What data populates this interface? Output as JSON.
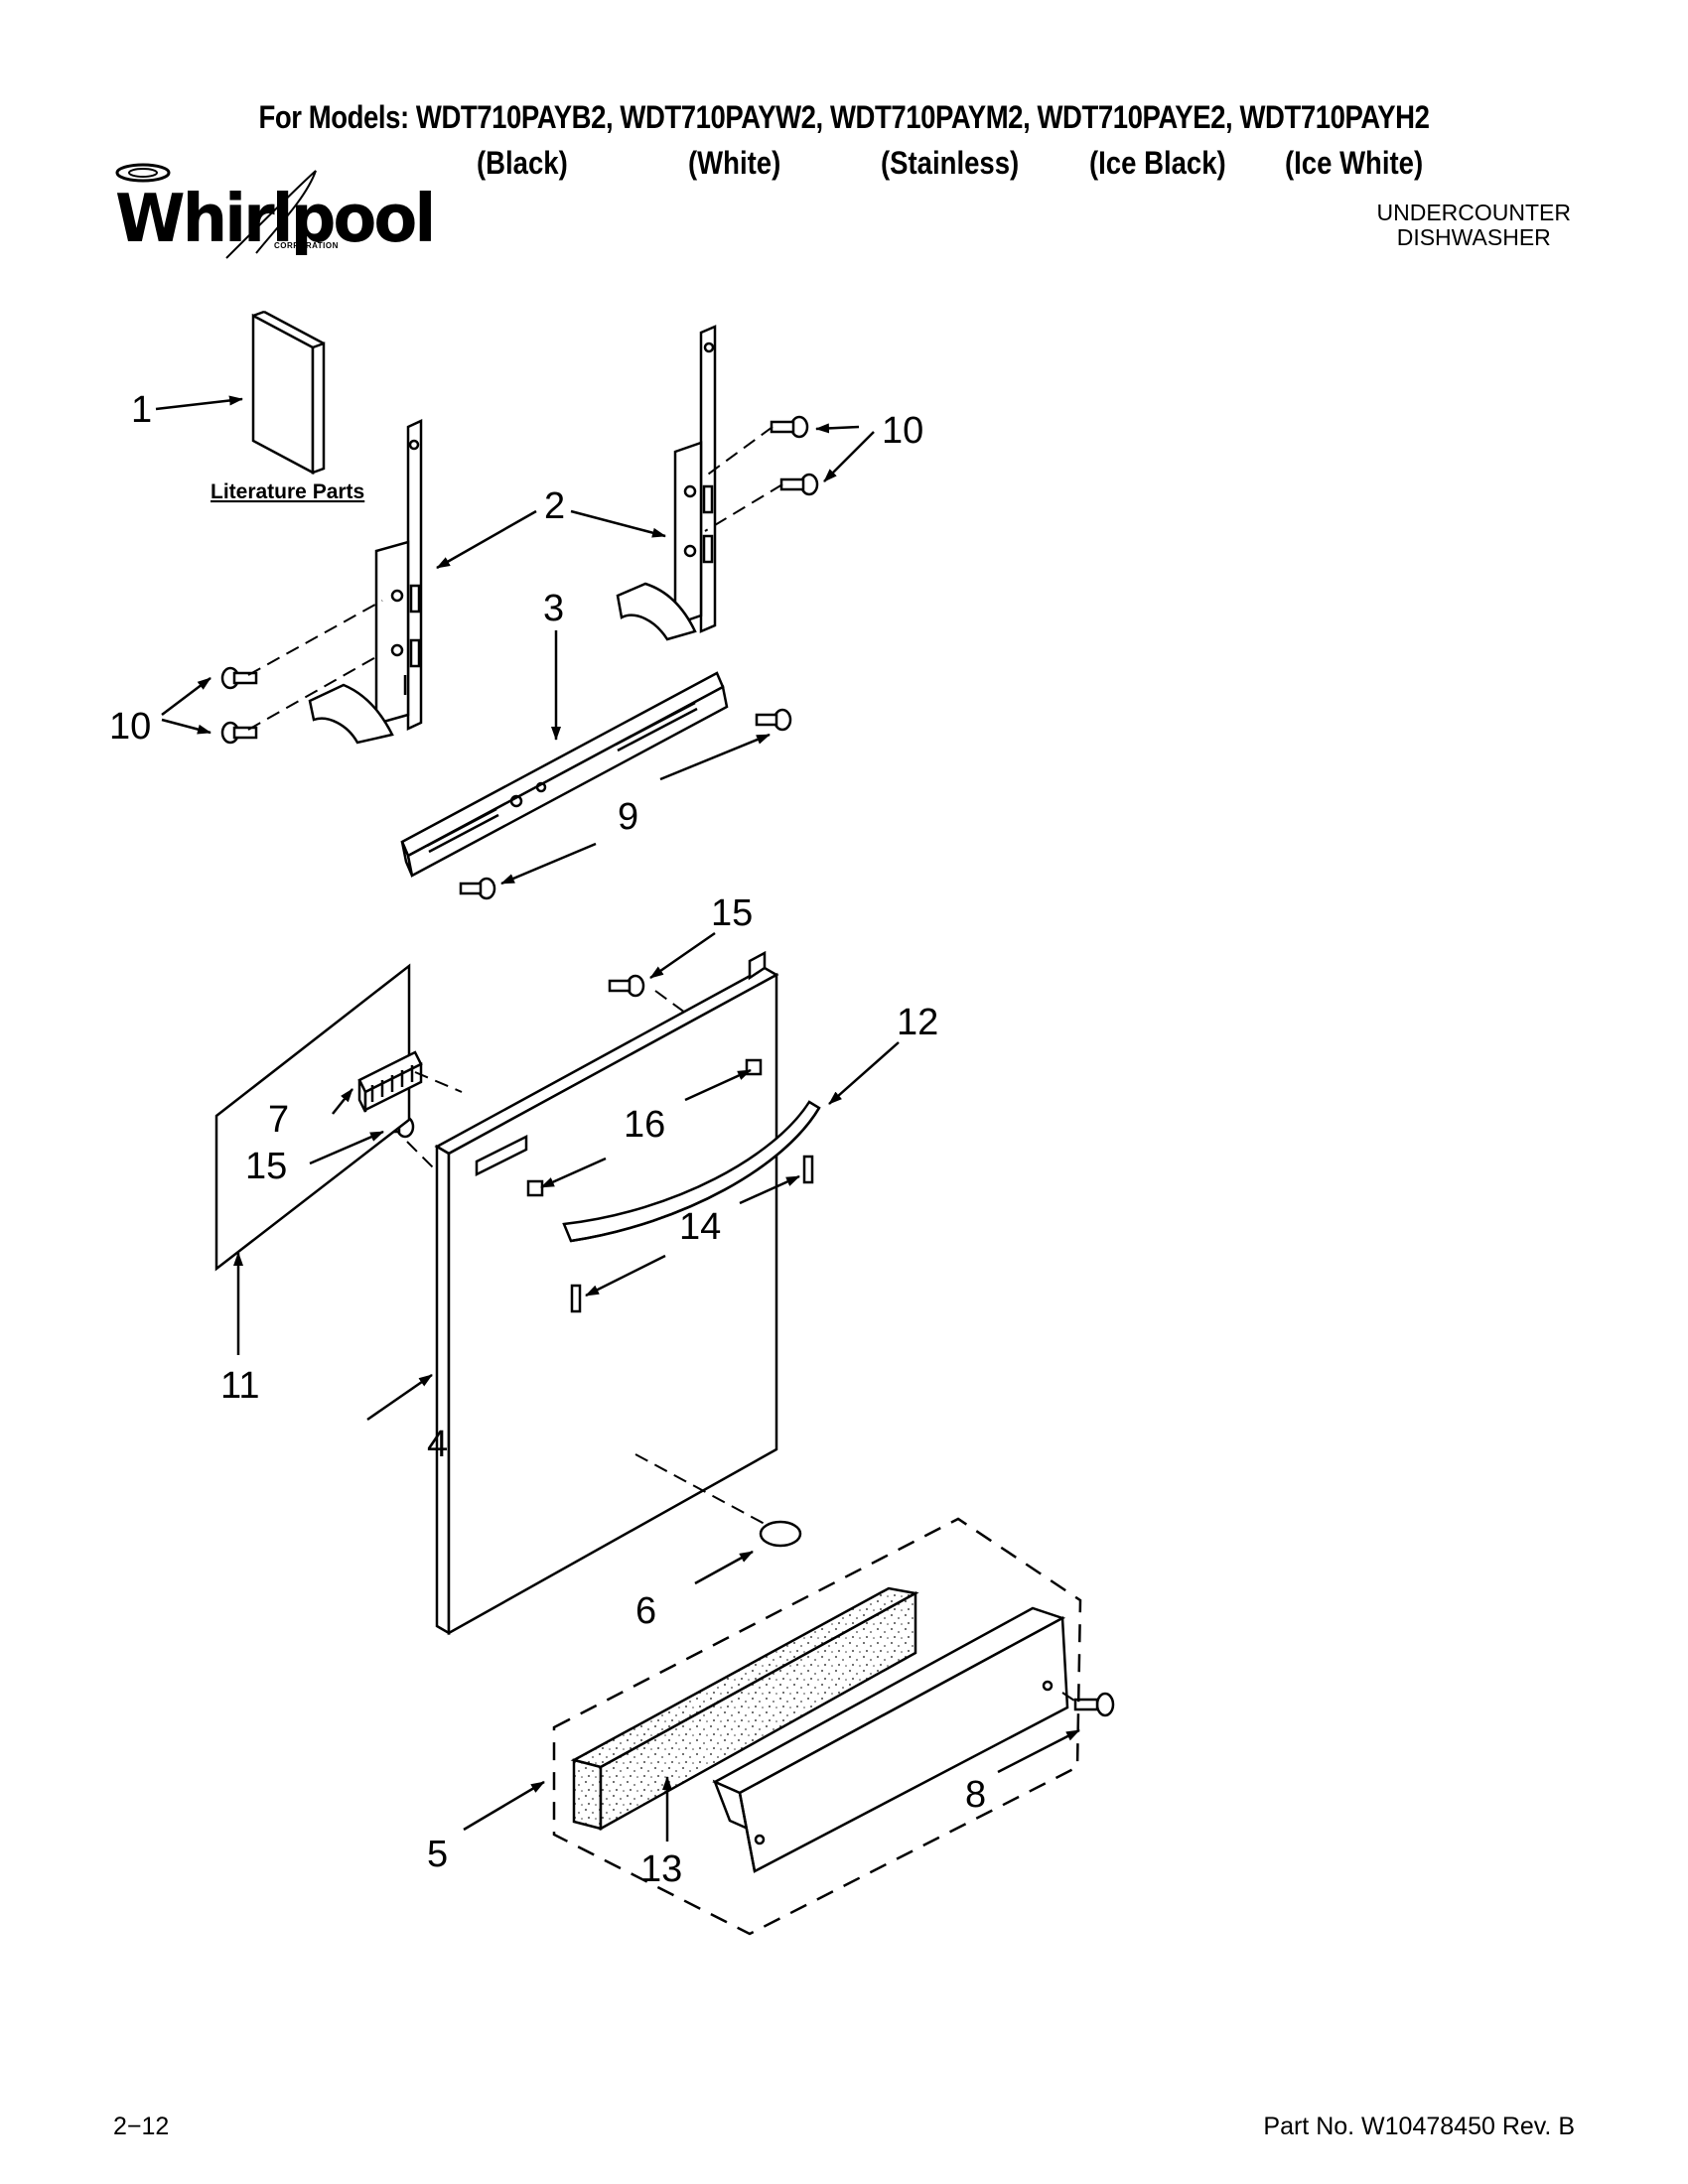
{
  "header": {
    "models_line": "For Models: WDT710PAYB2, WDT710PAYW2, WDT710PAYM2, WDT710PAYE2, WDT710PAYH2",
    "colors": [
      "(Black)",
      "(White)",
      "(Stainless)",
      "(Ice Black)",
      "(Ice White)"
    ],
    "brand": "Whirlpool",
    "brand_sub": "CORPORATION",
    "product_line1": "UNDERCOUNTER",
    "product_line2": "DISHWASHER"
  },
  "diagram": {
    "literature_label": "Literature Parts",
    "callouts": {
      "c1": "1",
      "c2": "2",
      "c3": "3",
      "c4": "4",
      "c5": "5",
      "c6": "6",
      "c7": "7",
      "c8": "8",
      "c9": "9",
      "c10a": "10",
      "c10b": "10",
      "c11": "11",
      "c12": "12",
      "c13": "13",
      "c14": "14",
      "c15a": "15",
      "c15b": "15",
      "c16": "16"
    }
  },
  "footer": {
    "page": "2−12",
    "part_no": "Part No. W10478450 Rev. B"
  }
}
